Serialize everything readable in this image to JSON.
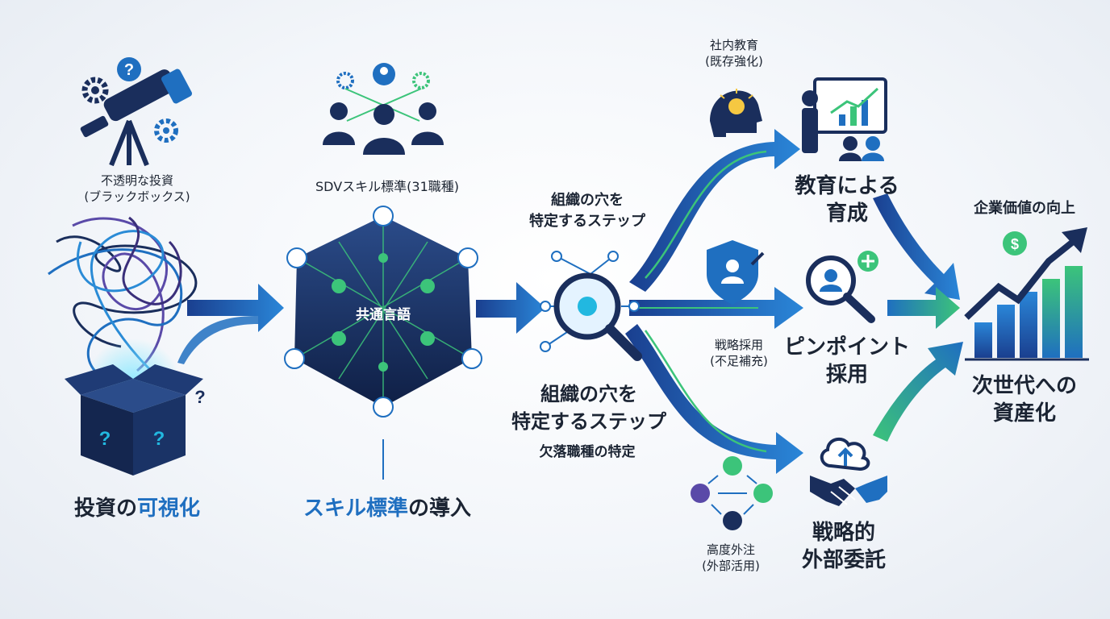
{
  "stage1": {
    "caption_line1": "不透明な投資",
    "caption_line2": "(ブラックボックス)",
    "title_part1": "投資の",
    "title_part2": "可視化"
  },
  "stage2": {
    "caption": "SDVスキル標準(31職種)",
    "hub_label": "共通言語",
    "title_part1": "スキル標準",
    "title_part2": "の導入"
  },
  "stage3": {
    "caption_line1": "組織の穴を",
    "caption_line2": "特定するステップ",
    "title_line1": "組織の穴を",
    "title_line2": "特定するステップ",
    "subtitle": "欠落職種の特定"
  },
  "branch_education": {
    "caption_line1": "社内教育",
    "caption_line2": "(既存強化)",
    "title_line1": "教育による",
    "title_line2": "育成"
  },
  "branch_hiring": {
    "caption_line1": "戦略採用",
    "caption_line2": "(不足補充)",
    "title_line1": "ピンポイント",
    "title_line2": "採用"
  },
  "branch_outsourcing": {
    "caption_line1": "高度外注",
    "caption_line2": "(外部活用)",
    "title_line1": "戦略的",
    "title_line2": "外部委託"
  },
  "result": {
    "caption": "企業価値の向上",
    "title_line1": "次世代への",
    "title_line2": "資産化"
  },
  "colors": {
    "navy": "#1a2e5c",
    "blue": "#1f6fc0",
    "cyan": "#22b8e0",
    "green": "#3cc47a"
  },
  "icons": [
    "telescope-icon",
    "gear-icon",
    "question-icon",
    "mystery-box-icon",
    "team-icon",
    "network-hexagon-icon",
    "magnifier-icon",
    "lightbulb-head-icon",
    "presentation-icon",
    "shield-person-icon",
    "search-person-icon",
    "cloud-upload-icon",
    "handshake-icon",
    "growth-chart-icon",
    "dollar-icon"
  ]
}
